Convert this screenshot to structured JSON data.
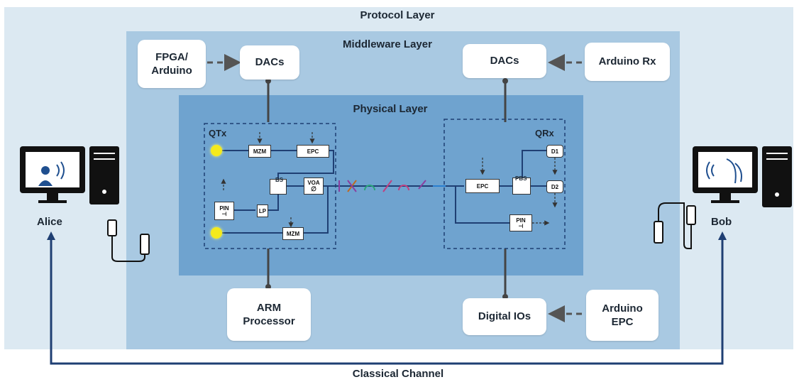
{
  "layers": {
    "protocol": "Protocol Layer",
    "middleware": "Middleware Layer",
    "physical": "Physical Layer"
  },
  "classical_channel": "Classical Channel",
  "users": {
    "alice": "Alice",
    "bob": "Bob"
  },
  "boxes": {
    "fpga": "FPGA/\nArduino",
    "dacs_left": "DACs",
    "dacs_right": "DACs",
    "arduino_rx": "Arduino Rx",
    "arm": "ARM\nProcessor",
    "digital_ios": "Digital IOs",
    "arduino_epc": "Arduino\nEPC"
  },
  "qtx": {
    "title": "QTx",
    "mzm_top": "MZM",
    "epc": "EPC",
    "bs": "BS",
    "voa": "VOA",
    "voa_symbol": "∅",
    "pin": "PIN",
    "lp": "LP",
    "mzm_bottom": "MZM"
  },
  "qrx": {
    "title": "QRx",
    "epc": "EPC",
    "pbs": "PBS",
    "d1": "D1",
    "d2": "D2",
    "pin": "PIN"
  },
  "colors": {
    "protocol_bg": "#dce9f2",
    "middleware_bg": "#a9c9e2",
    "physical_bg": "#6fa3cf",
    "line_dark": "#1f3f73",
    "arrow_grey": "#555555"
  }
}
